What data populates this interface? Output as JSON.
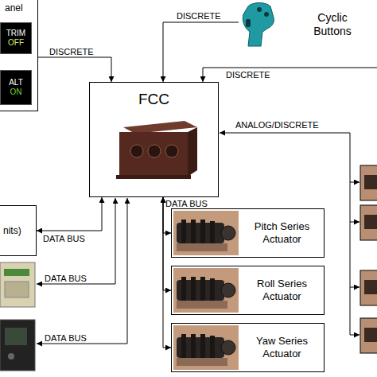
{
  "diagram": {
    "nodes": [
      {
        "text": [
          "anel"
        ]
      },
      {
        "text": [
          "TRIM",
          "OFF"
        ],
        "in": 0
      },
      {
        "text": [
          "ALT",
          "ON"
        ],
        "in": 0
      },
      {
        "text": [
          "Cyclic Buttons"
        ]
      },
      {
        "text": [
          "FCC"
        ]
      },
      {
        "text": [
          "nits)"
        ]
      },
      {
        "text": [
          "Pitch Series Actuator"
        ]
      },
      {
        "text": [
          "Roll Series Actuator"
        ]
      },
      {
        "text": [
          "Yaw Series Actuator"
        ]
      }
    ],
    "edges": [
      {
        "from": 0,
        "to": 4,
        "arrow": "to",
        "label": "DISCRETE"
      },
      {
        "from": 3,
        "to": 4,
        "arrow": "to",
        "label": "DISCRETE"
      },
      {
        "from": 5,
        "to": 4,
        "arrow": "both",
        "label": "DATA BUS"
      },
      {
        "from": 4,
        "to": 6,
        "arrow": "both",
        "label": "DATA BUS"
      },
      {
        "from": 4,
        "to": 7,
        "arrow": "both"
      },
      {
        "from": 4,
        "to": 8,
        "arrow": "both"
      }
    ],
    "labels": [
      "DISCRETE",
      "ANALOG/DISCRETE",
      "DATA BUS",
      "DATA BUS"
    ]
  }
}
